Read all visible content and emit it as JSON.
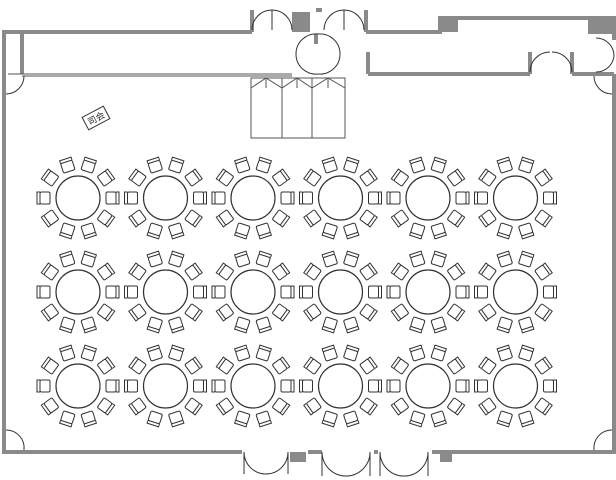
{
  "floor_plan": {
    "label_stage": "司会",
    "table_rows": 3,
    "table_cols": 6,
    "chairs_per_table": 10
  }
}
